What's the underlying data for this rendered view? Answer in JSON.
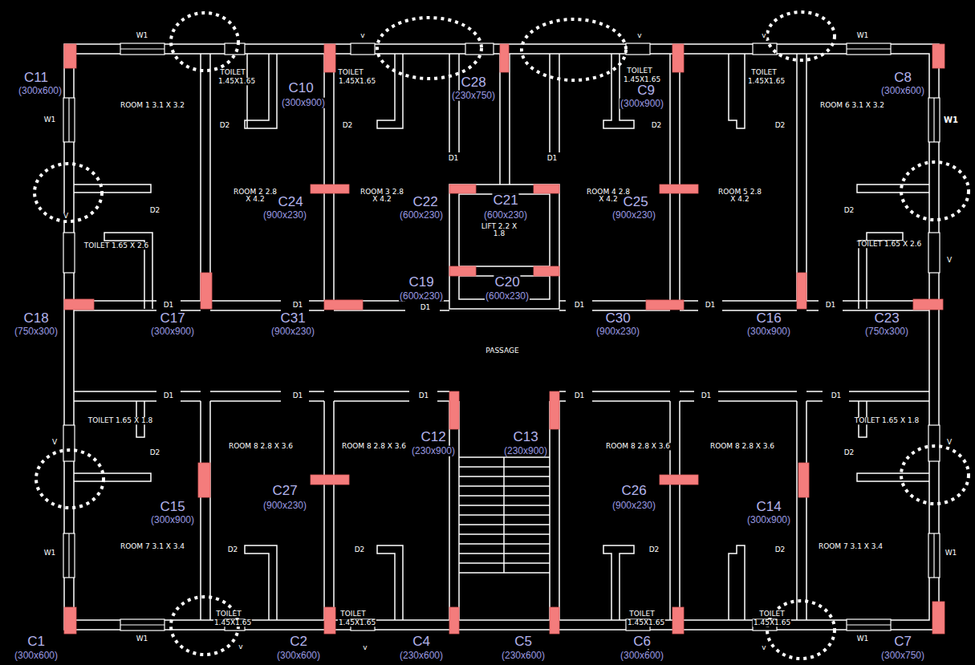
{
  "diagram": {
    "labels": [
      "W1",
      "v",
      "v",
      "v",
      "W1",
      "C11",
      "(300x600)",
      "TOILET",
      "1.45X1.65",
      "C10",
      "(300x900)",
      "TOILET",
      "1.45X1.65",
      "C28",
      "(230x750)",
      "TOILET",
      "1.45X1.65",
      "C9",
      "(300x900)",
      "TOILET",
      "1.45X1.65",
      "C8",
      "(300x600)",
      "W1",
      "ROOM 1 3.1 X 3.2",
      "ROOM 6 3.1 X 3.2",
      "W1",
      "D2",
      "D2",
      "D2",
      "D2",
      "D1",
      "D1",
      "ROOM 2 2.8 X 4.2",
      "C24",
      "(900x230)",
      "ROOM 3 2.8 X 4.2",
      "C22",
      "(600x230)",
      "C21",
      "(600x230)",
      "LIFT 2.2 X 1.8",
      "ROOM 4 2.8 X 4.2",
      "C25",
      "(900x230)",
      "ROOM 5 2.8 X 4.2",
      "D2",
      "D2",
      "V",
      "V",
      "TOILET 1.65 X 2.6",
      "TOILET 1.65 X 2.6",
      "C19",
      "(600x230)",
      "C20",
      "(600x230)",
      "D1",
      "D1",
      "D1",
      "D1",
      "D1",
      "D1",
      "C18",
      "(750x300)",
      "C17",
      "(300x900)",
      "C31",
      "(900x230)",
      "C30",
      "(900x230)",
      "C16",
      "(300x900)",
      "C23",
      "(750x300)",
      "PASSAGE",
      "D1",
      "D1",
      "D1",
      "D1",
      "D1",
      "D1",
      "TOILET 1.65 X 1.8",
      "TOILET 1.65 X 1.8",
      "V",
      "V",
      "C12",
      "(230x900)",
      "C13",
      "(230x900)",
      "ROOM 8 2.8 X 3.6",
      "ROOM 8 2.8 X 3.6",
      "ROOM 8 2.8 X 3.6",
      "ROOM 8 2.8 X 3.6",
      "D2",
      "D2",
      "C27",
      "(900x230)",
      "C26",
      "(900x230)",
      "C15",
      "(300x900)",
      "C14",
      "(300x900)",
      "ROOM 7 3.1 X 3.4",
      "ROOM 7 3.1 X 3.4",
      "W1",
      "W1",
      "D2",
      "D2",
      "D2",
      "D2",
      "TOILET",
      "1.45X1.65",
      "TOILET",
      "1.45X1.65",
      "TOILET",
      "1.45X1.65",
      "TOILET",
      "1.45X1.65",
      "W1",
      "v",
      "v",
      "v",
      "v",
      "W1",
      "C1",
      "(300x600)",
      "C2",
      "(300x600)",
      "C4",
      "(230x600)",
      "C5",
      "(230x600)",
      "C6",
      "(300x600)",
      "C7",
      "(300x750)"
    ]
  }
}
